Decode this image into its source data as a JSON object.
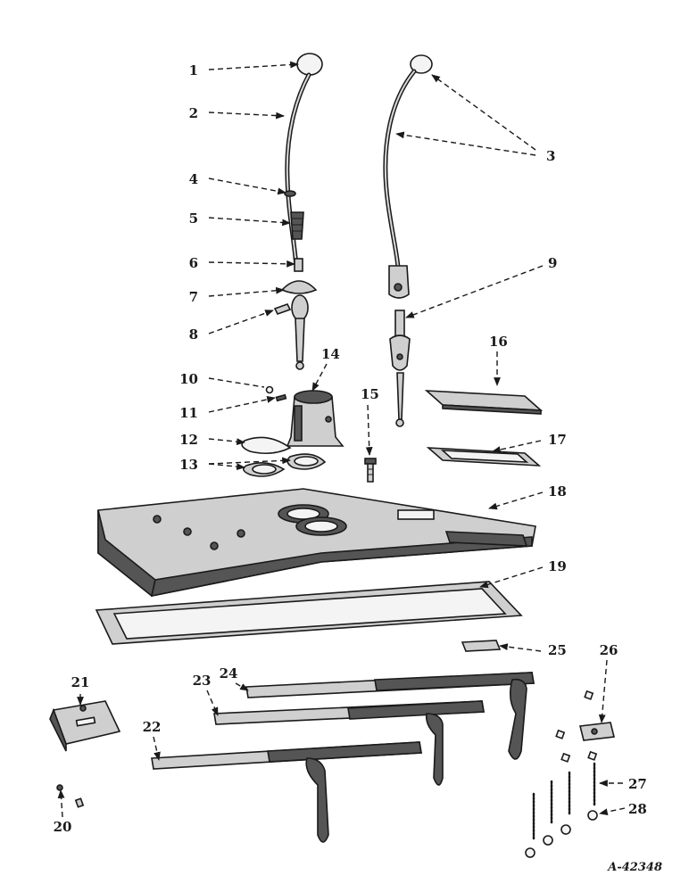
{
  "figure_code": "A-42348",
  "callouts": [
    "1",
    "2",
    "3",
    "4",
    "5",
    "6",
    "7",
    "8",
    "9",
    "10",
    "11",
    "12",
    "13",
    "14",
    "15",
    "16",
    "17",
    "18",
    "19",
    "20",
    "21",
    "22",
    "23",
    "24",
    "25",
    "26",
    "27",
    "28"
  ]
}
